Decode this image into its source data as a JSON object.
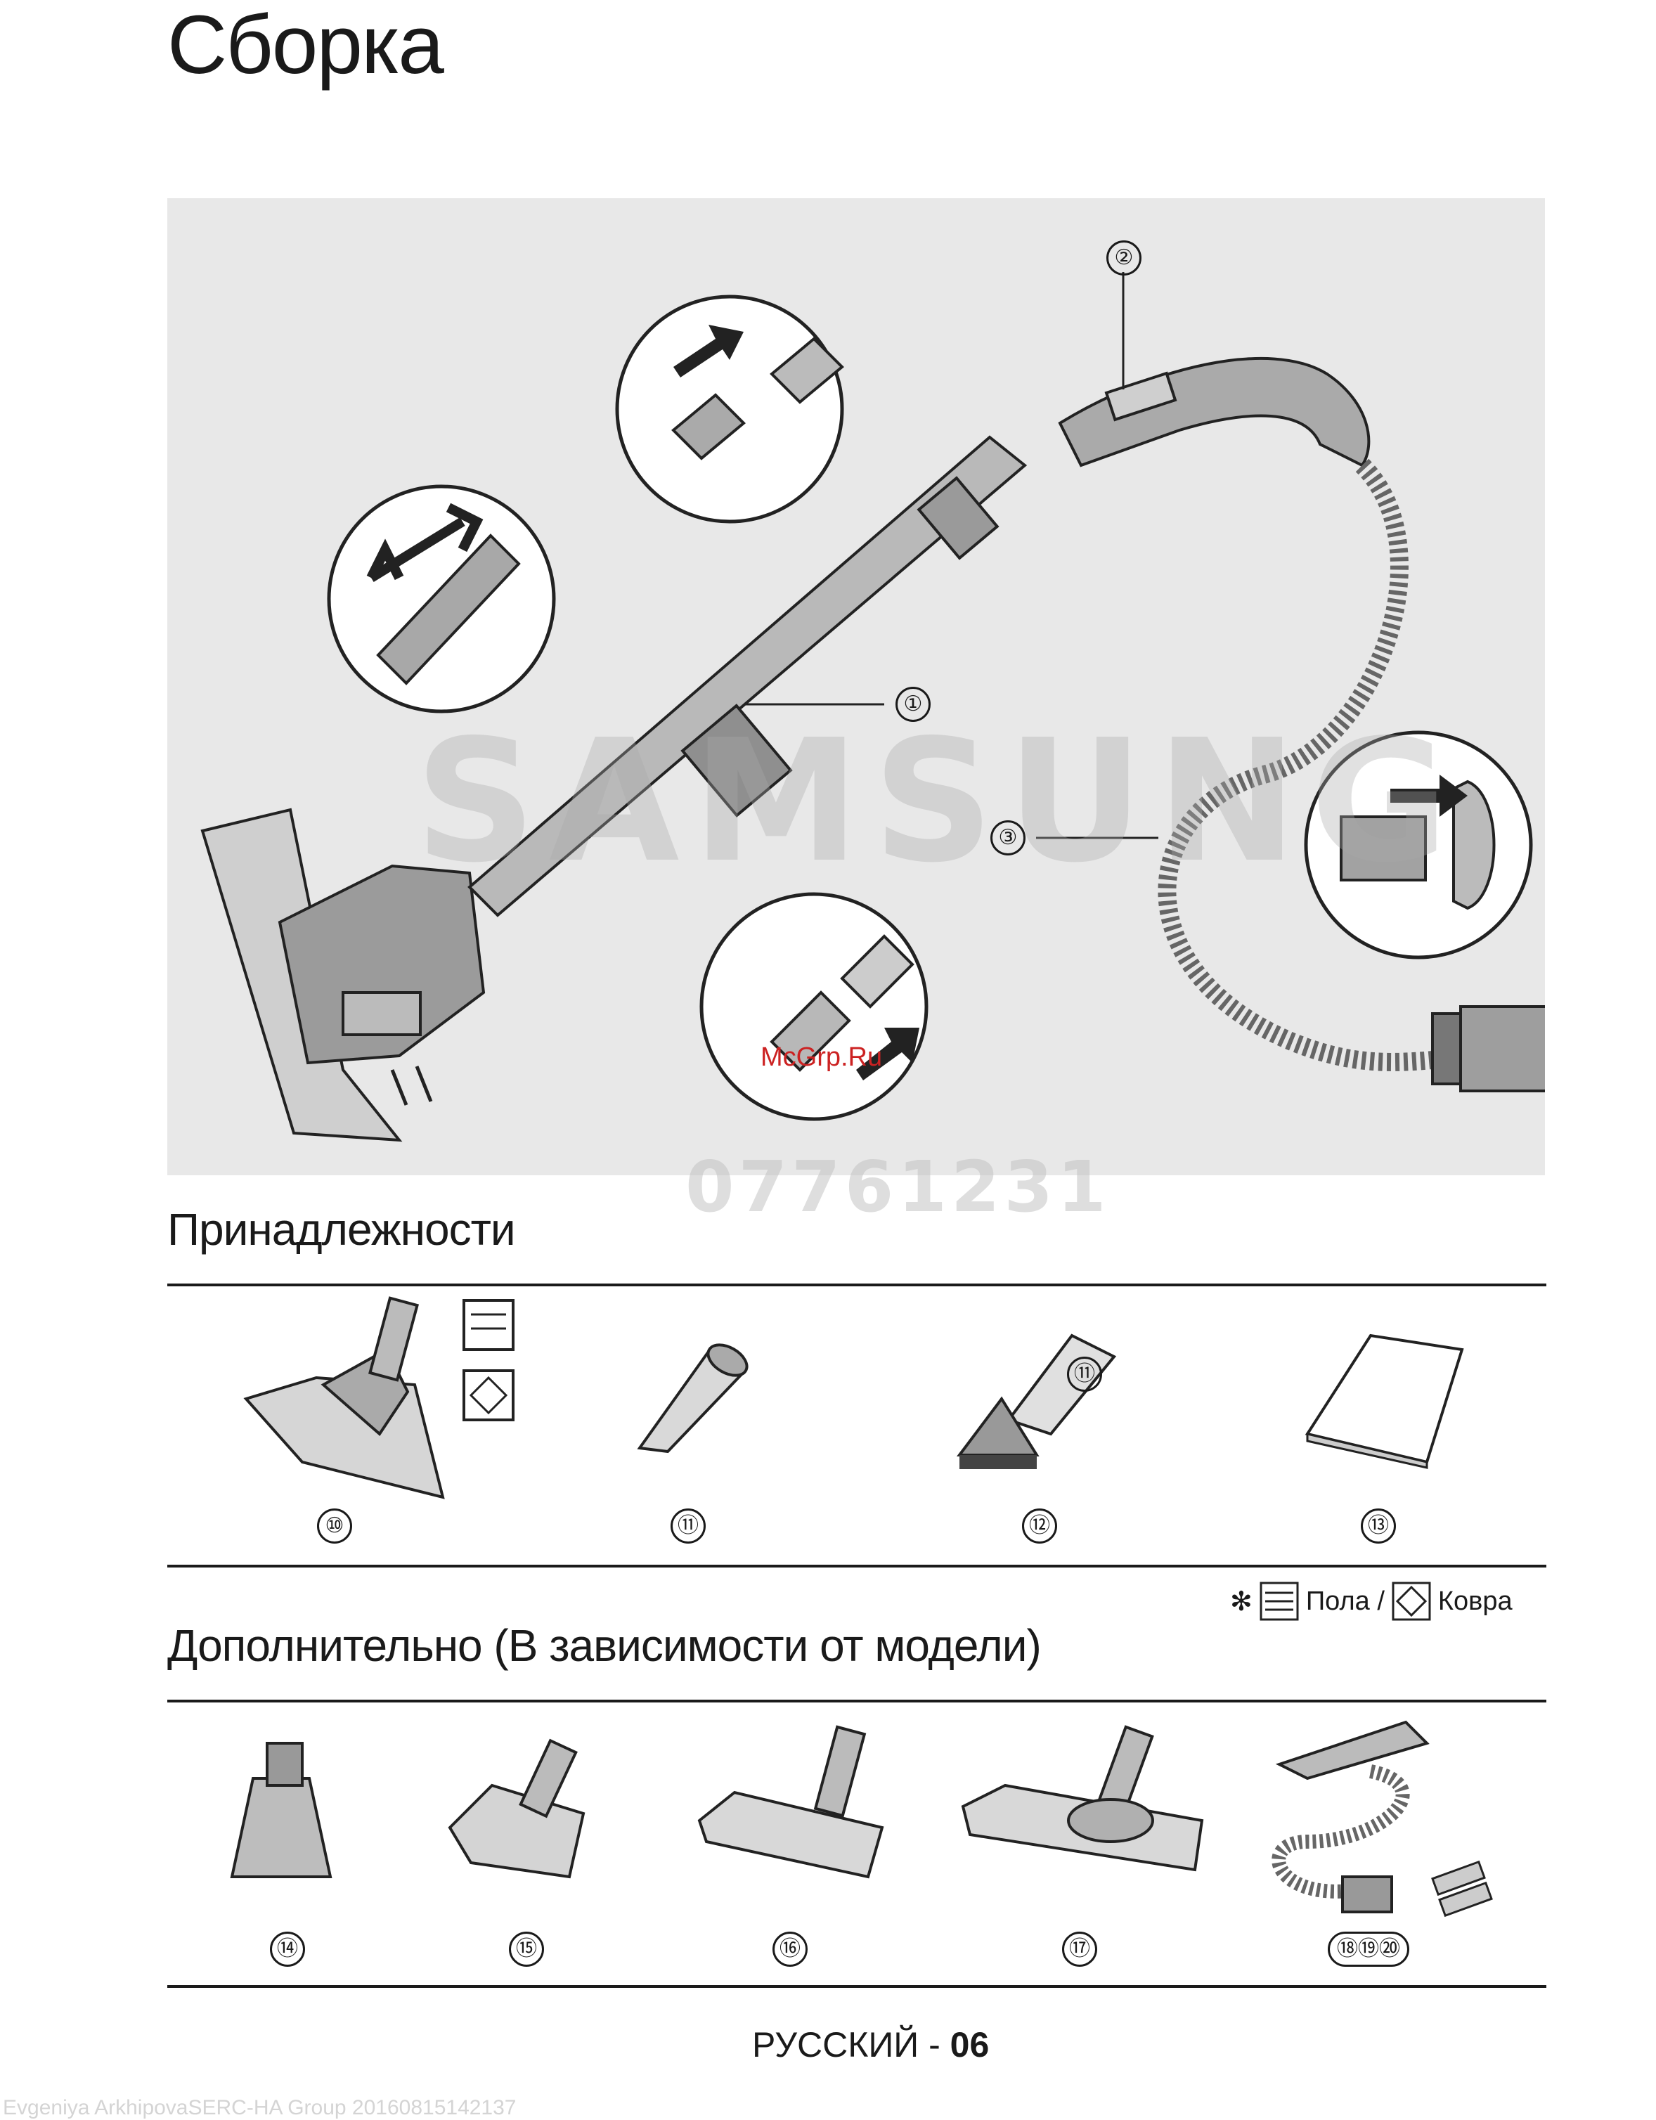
{
  "page": {
    "title": "Сборка",
    "footer_lang": "РУССКИЙ - ",
    "footer_page": "06"
  },
  "figure": {
    "callouts": [
      "①",
      "②",
      "③"
    ],
    "watermark_brand": "SAMSUNG",
    "watermark_code": "07761231",
    "watermark_site": "McGrp.Ru"
  },
  "accessories": {
    "title": "Принадлежности",
    "items": [
      {
        "number": "⑩",
        "icon": "floor-brush-icon"
      },
      {
        "number": "⑪",
        "icon": "crevice-tool-icon"
      },
      {
        "number": "⑫",
        "icon": "dusting-brush-icon"
      },
      {
        "number": "⑬",
        "icon": "user-manual-icon"
      }
    ],
    "inset_label": "⑪"
  },
  "legend": {
    "marker": "✻",
    "floor_label": "Пола /",
    "carpet_label": "Ковра"
  },
  "optional": {
    "title": "Дополнительно (В зависимости от модели)",
    "items": [
      {
        "number": "⑭",
        "icon": "mini-turbo-brush-icon"
      },
      {
        "number": "⑮",
        "icon": "turbo-brush-icon"
      },
      {
        "number": "⑯",
        "icon": "carpet-brush-icon"
      },
      {
        "number": "⑰",
        "icon": "parquet-brush-icon"
      },
      {
        "number": "⑱⑲⑳",
        "icon": "remote-hose-battery-icon"
      }
    ]
  },
  "stamp": "Evgeniya ArkhipovaSERC-HA Group 20160815142137"
}
